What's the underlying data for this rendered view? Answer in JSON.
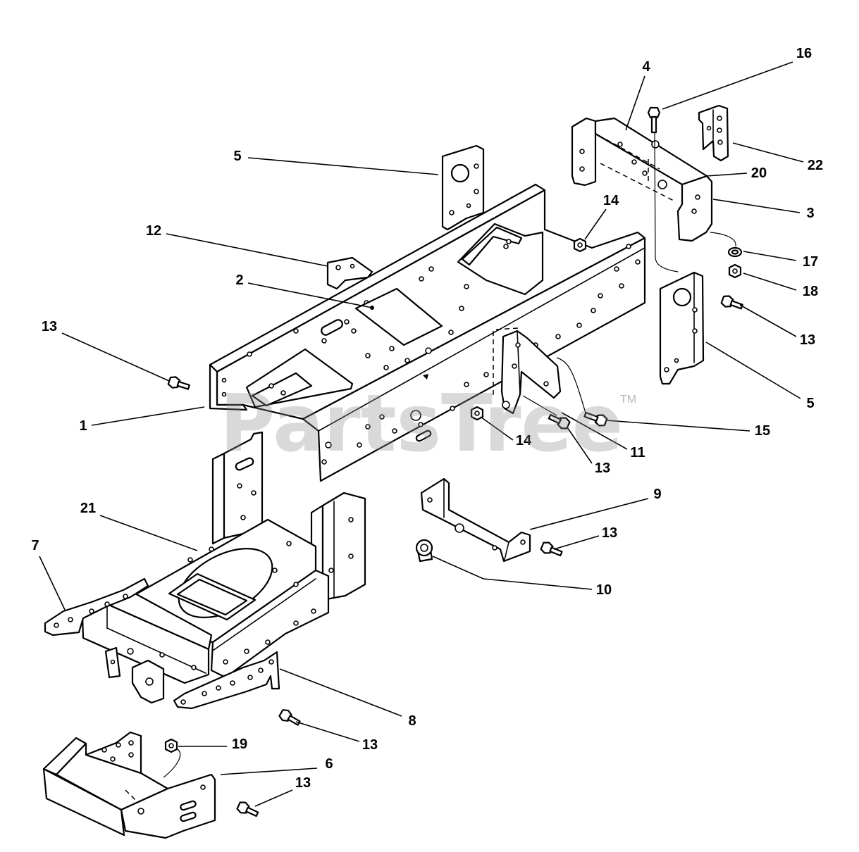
{
  "watermark": {
    "text": "PartsTree",
    "tm": "TM"
  },
  "callouts": [
    "16",
    "4",
    "22",
    "20",
    "5",
    "3",
    "14",
    "12",
    "17",
    "18",
    "2",
    "13",
    "13",
    "1",
    "5",
    "15",
    "14",
    "11",
    "13",
    "9",
    "21",
    "13",
    "7",
    "10",
    "8",
    "13",
    "19",
    "6",
    "13"
  ]
}
